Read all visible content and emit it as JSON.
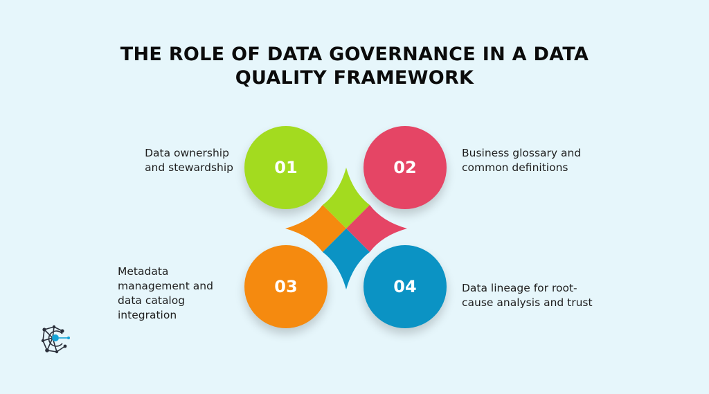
{
  "title": {
    "line1": "THE ROLE OF DATA GOVERNANCE IN A DATA",
    "line2": "QUALITY FRAMEWORK"
  },
  "items": [
    {
      "number": "01",
      "lines": [
        "Data ownership",
        "and stewardship"
      ],
      "color": "#a3db1f"
    },
    {
      "number": "02",
      "lines": [
        "Business glossary and",
        "common definitions"
      ],
      "color": "#e54565"
    },
    {
      "number": "03",
      "lines": [
        "Metadata",
        "management and",
        "data catalog",
        "integration"
      ],
      "color": "#f58a0f"
    },
    {
      "number": "04",
      "lines": [
        "Data lineage for root-",
        "cause analysis and trust"
      ],
      "color": "#0b93c4"
    }
  ],
  "colors": {
    "background": "#e6f6fb",
    "title": "#0b0b0b",
    "text": "#1e1e1e"
  },
  "icons": {
    "logo": "network-c-logo-icon"
  }
}
